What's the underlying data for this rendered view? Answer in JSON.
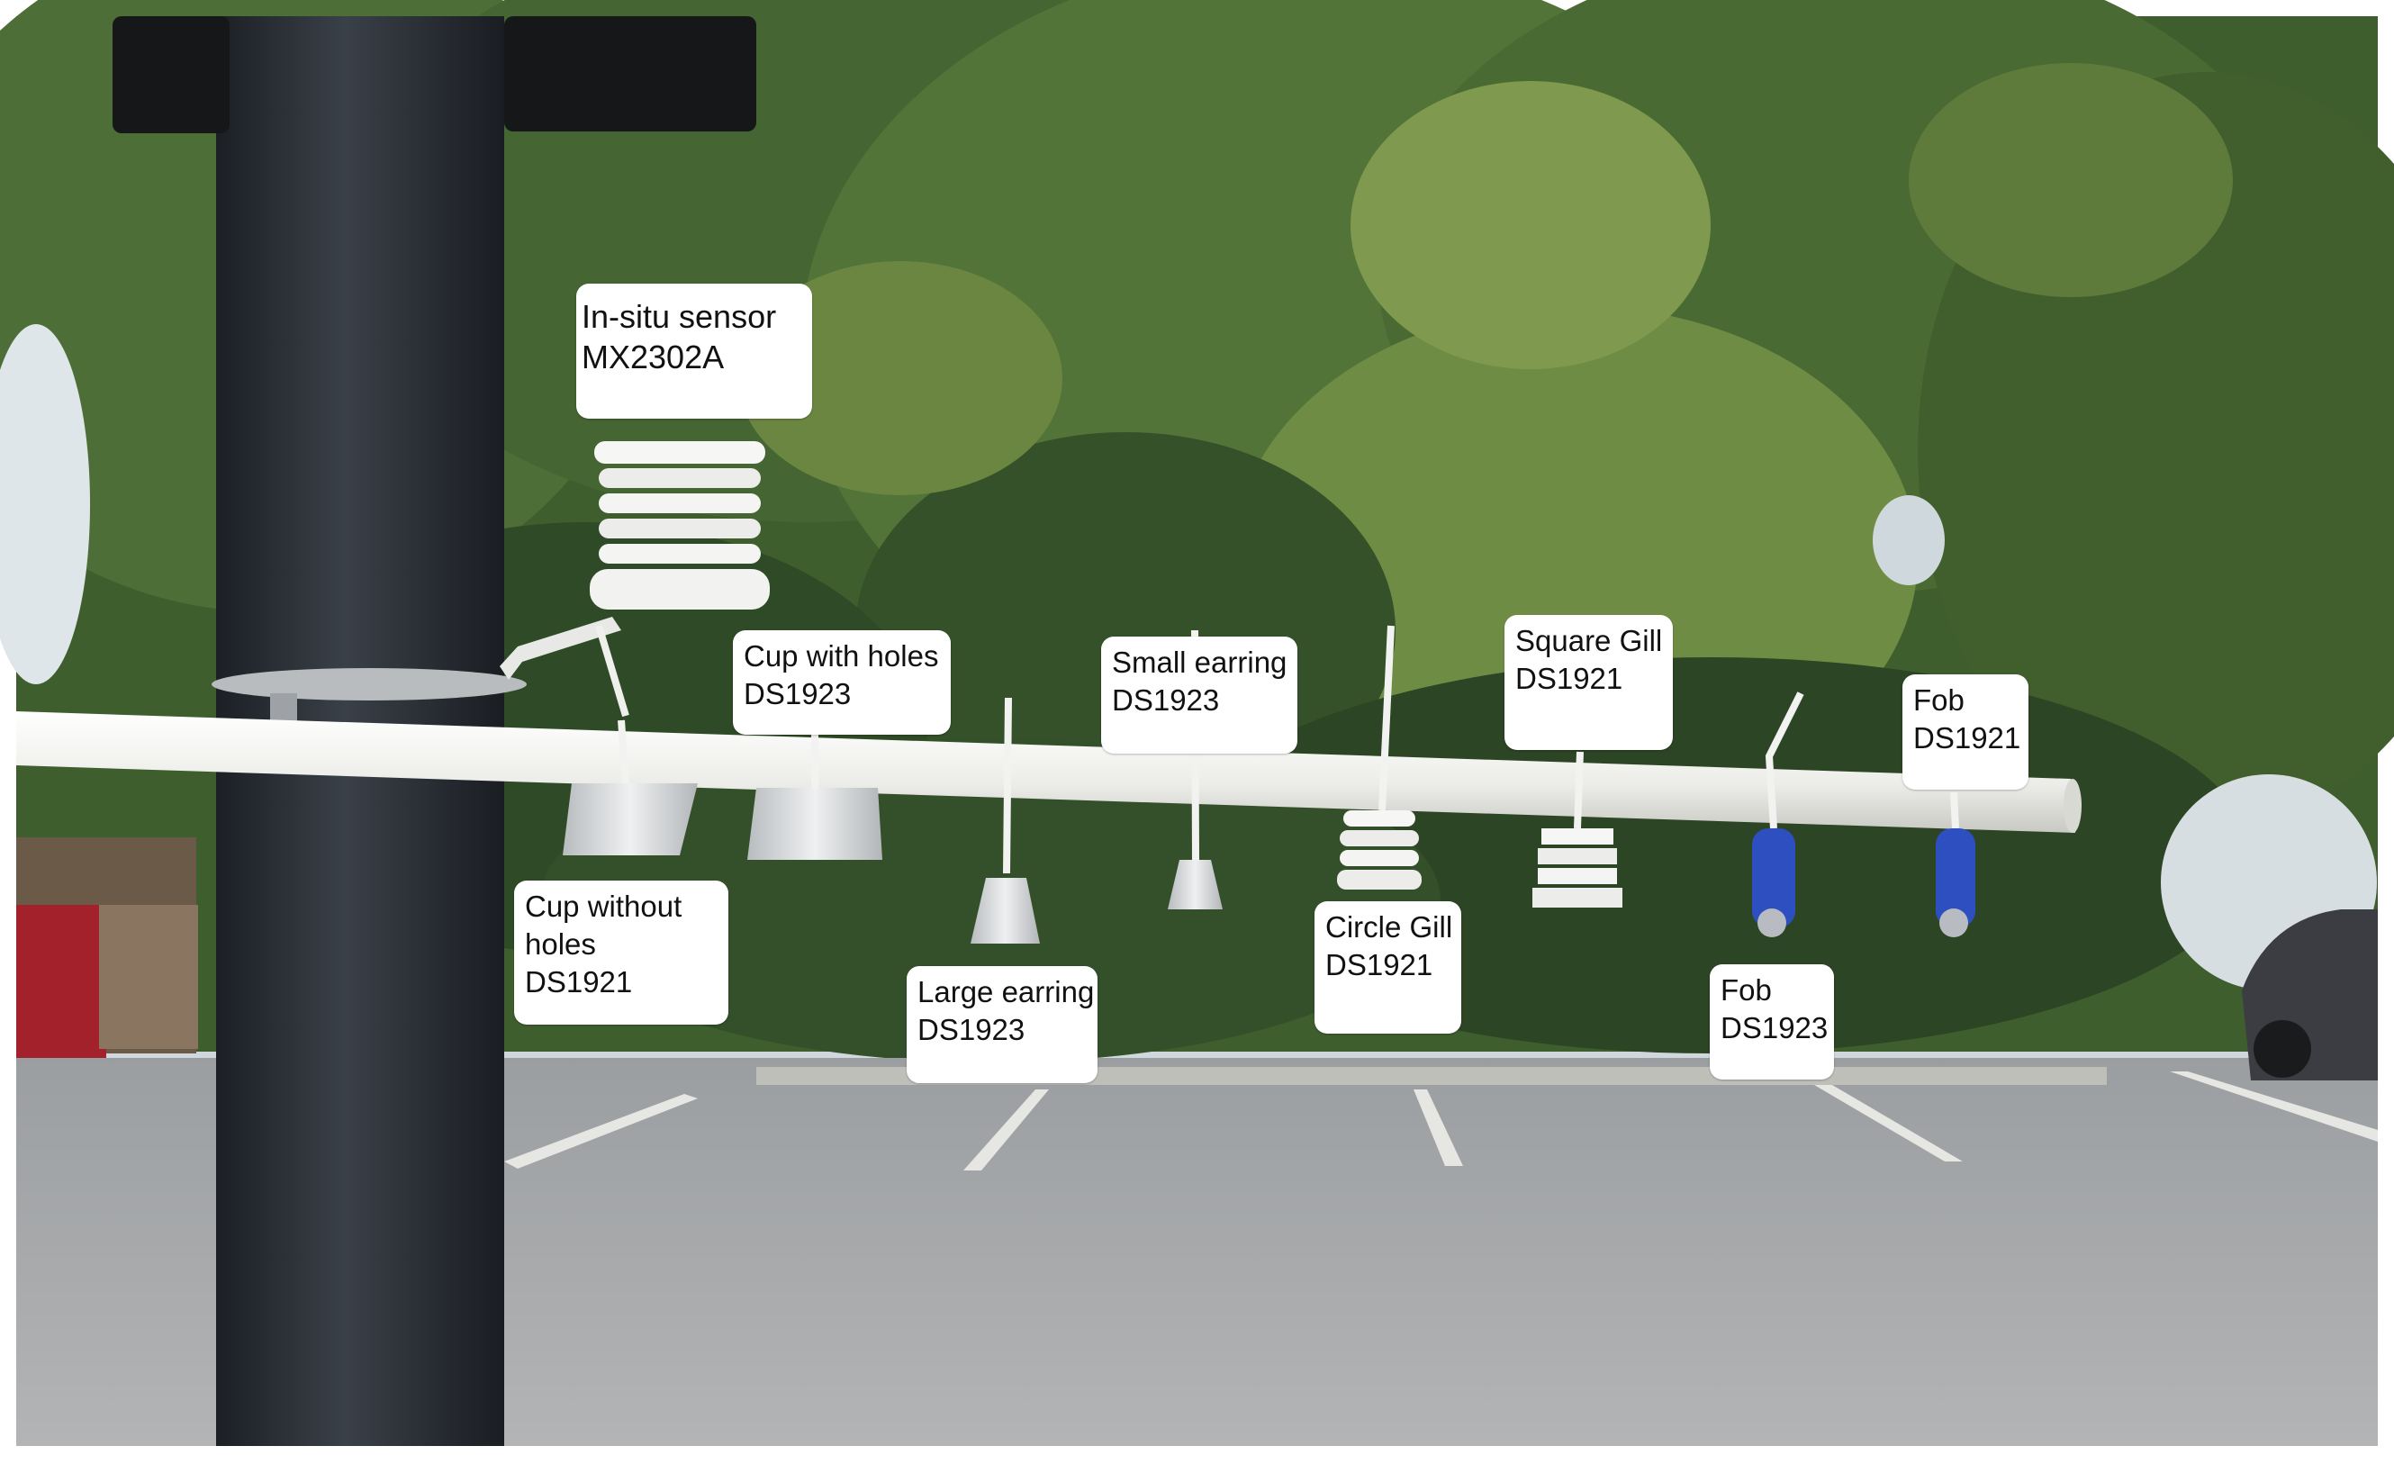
{
  "labels": {
    "insitu": {
      "line1": "In-situ sensor",
      "line2": "MX2302A"
    },
    "cup_holes": {
      "line1": "Cup with holes",
      "line2": "DS1923"
    },
    "small_earring": {
      "line1": "Small earring",
      "line2": "DS1923"
    },
    "square_gill": {
      "line1": "Square Gill",
      "line2": "DS1921"
    },
    "fob_1921": {
      "line1": "Fob",
      "line2": "DS1921"
    },
    "cup_no_holes": {
      "line1": "Cup without",
      "line2": "holes",
      "line3": "DS1921"
    },
    "large_earring": {
      "line1": "Large earring",
      "line2": "DS1923"
    },
    "circle_gill": {
      "line1": "Circle Gill",
      "line2": "DS1921"
    },
    "fob_1923": {
      "line1": "Fob",
      "line2": "DS1923"
    }
  },
  "colors": {
    "sky": "#dfe6ea",
    "foliage_dark": "#2f4a26",
    "foliage_mid": "#4d6e36",
    "foliage_light": "#7f9a4e",
    "asphalt": "#a7a9ab",
    "pole": "#2c3137",
    "pipe": "#f1f1ee",
    "fob_blue": "#2e4fc0",
    "dumpster_red": "#a3212b"
  }
}
